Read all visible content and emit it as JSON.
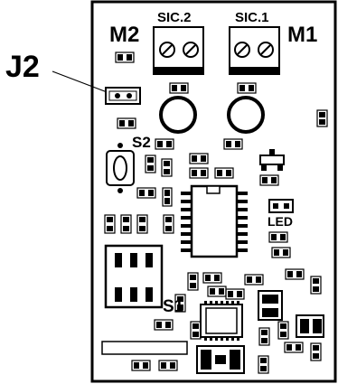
{
  "labels": {
    "j2": "J2",
    "m2": "M2",
    "m1": "M1",
    "sic2": "SIC.2",
    "sic1": "SIC.1",
    "s2": "S2",
    "s1": "S1",
    "led": "LED"
  },
  "colors": {
    "board": "#ffffff",
    "outline": "#000000",
    "pad": "#000000"
  }
}
